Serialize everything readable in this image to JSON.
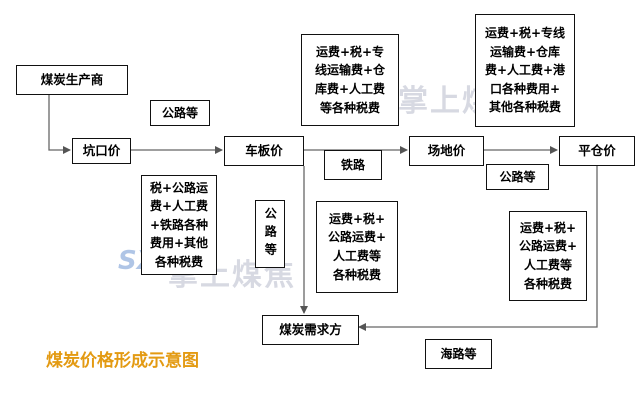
{
  "nodes": {
    "producer": "煤炭生产商",
    "pithead_price": "坑口价",
    "truck_price": "车板价",
    "yard_price": "场地价",
    "flat_warehouse_price": "平仓价",
    "demand_side": "煤炭需求方"
  },
  "edge_labels": {
    "road_1": "公路等",
    "railway": "铁路",
    "road_2": "公路等",
    "road_vertical": "公路等",
    "sea": "海路等"
  },
  "cost_notes": {
    "yard_costs": "运费+税+专\n线运输费+仓\n库费+人工费\n等各种税费",
    "port_costs": "运费+税+专线\n运输费+仓库\n费+人工费+港\n口各种费用+\n其他各种税费",
    "truck_costs": "税+公路运\n费+人工费\n+铁路各种\n费用+其他\n各种税费",
    "demand_road_costs": "运费+税+\n公路运费+\n人工费等\n各种税费",
    "flat_to_demand_costs": "运费+税+\n公路运费+\n人工费等\n各种税费"
  },
  "caption": "煤炭价格形成示意图",
  "watermarks": {
    "top": "掌上煤",
    "middle": "掌上煤焦",
    "logo": "SX"
  },
  "colors": {
    "caption": "#e39a12",
    "line": "#666666",
    "border": "#111111"
  }
}
